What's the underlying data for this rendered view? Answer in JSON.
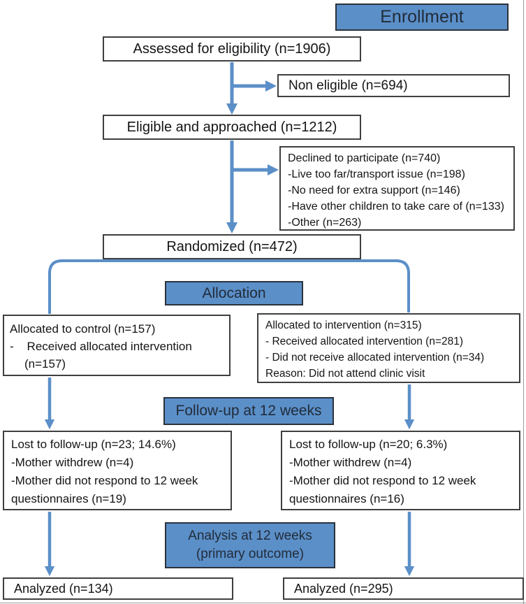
{
  "headers": {
    "enrollment": "Enrollment",
    "allocation": "Allocation",
    "followup": "Follow-up at 12 weeks",
    "analysis": [
      "Analysis at 12 weeks",
      "(primary outcome)"
    ]
  },
  "nodes": {
    "assessed": {
      "label": "Assessed for eligibility (n=1906)"
    },
    "non_eligible": {
      "label": "Non eligible (n=694)"
    },
    "eligible": {
      "label": "Eligible and approached (n=1212)"
    },
    "declined": {
      "lines": [
        "Declined to participate (n=740)",
        "-Live too far/transport issue (n=198)",
        "-No need for extra support (n=146)",
        "-Have other children to take care of (n=133)",
        "-Other (n=263)"
      ]
    },
    "randomized": {
      "label": "Randomized (n=472)"
    },
    "allocated_control": {
      "lines": [
        "Allocated to control (n=157)",
        "-    Received allocated intervention",
        "(n=157)"
      ]
    },
    "allocated_intervention": {
      "lines": [
        "Allocated to intervention (n=315)",
        "- Received allocated intervention (n=281)",
        "- Did not receive allocated intervention (n=34)",
        "Reason: Did not attend clinic visit"
      ]
    },
    "lost_control": {
      "lines": [
        "Lost to follow-up (n=23; 14.6%)",
        "-Mother withdrew (n=4)",
        "-Mother did not respond to 12 week",
        "questionnaires (n=19)"
      ]
    },
    "lost_intervention": {
      "lines": [
        "Lost to follow-up (n=20; 6.3%)",
        "-Mother withdrew (n=4)",
        "-Mother did not respond to 12 week",
        "questionnaires (n=16)"
      ]
    },
    "analyzed_control": {
      "label": "Analyzed (n=134)"
    },
    "analyzed_intervention": {
      "label": "Analyzed (n=295)"
    }
  },
  "colors": {
    "accent_blue": "#5b8fc8",
    "header_border": "#2b323c",
    "box_border": "#3f3f3f",
    "text": "#141414"
  }
}
